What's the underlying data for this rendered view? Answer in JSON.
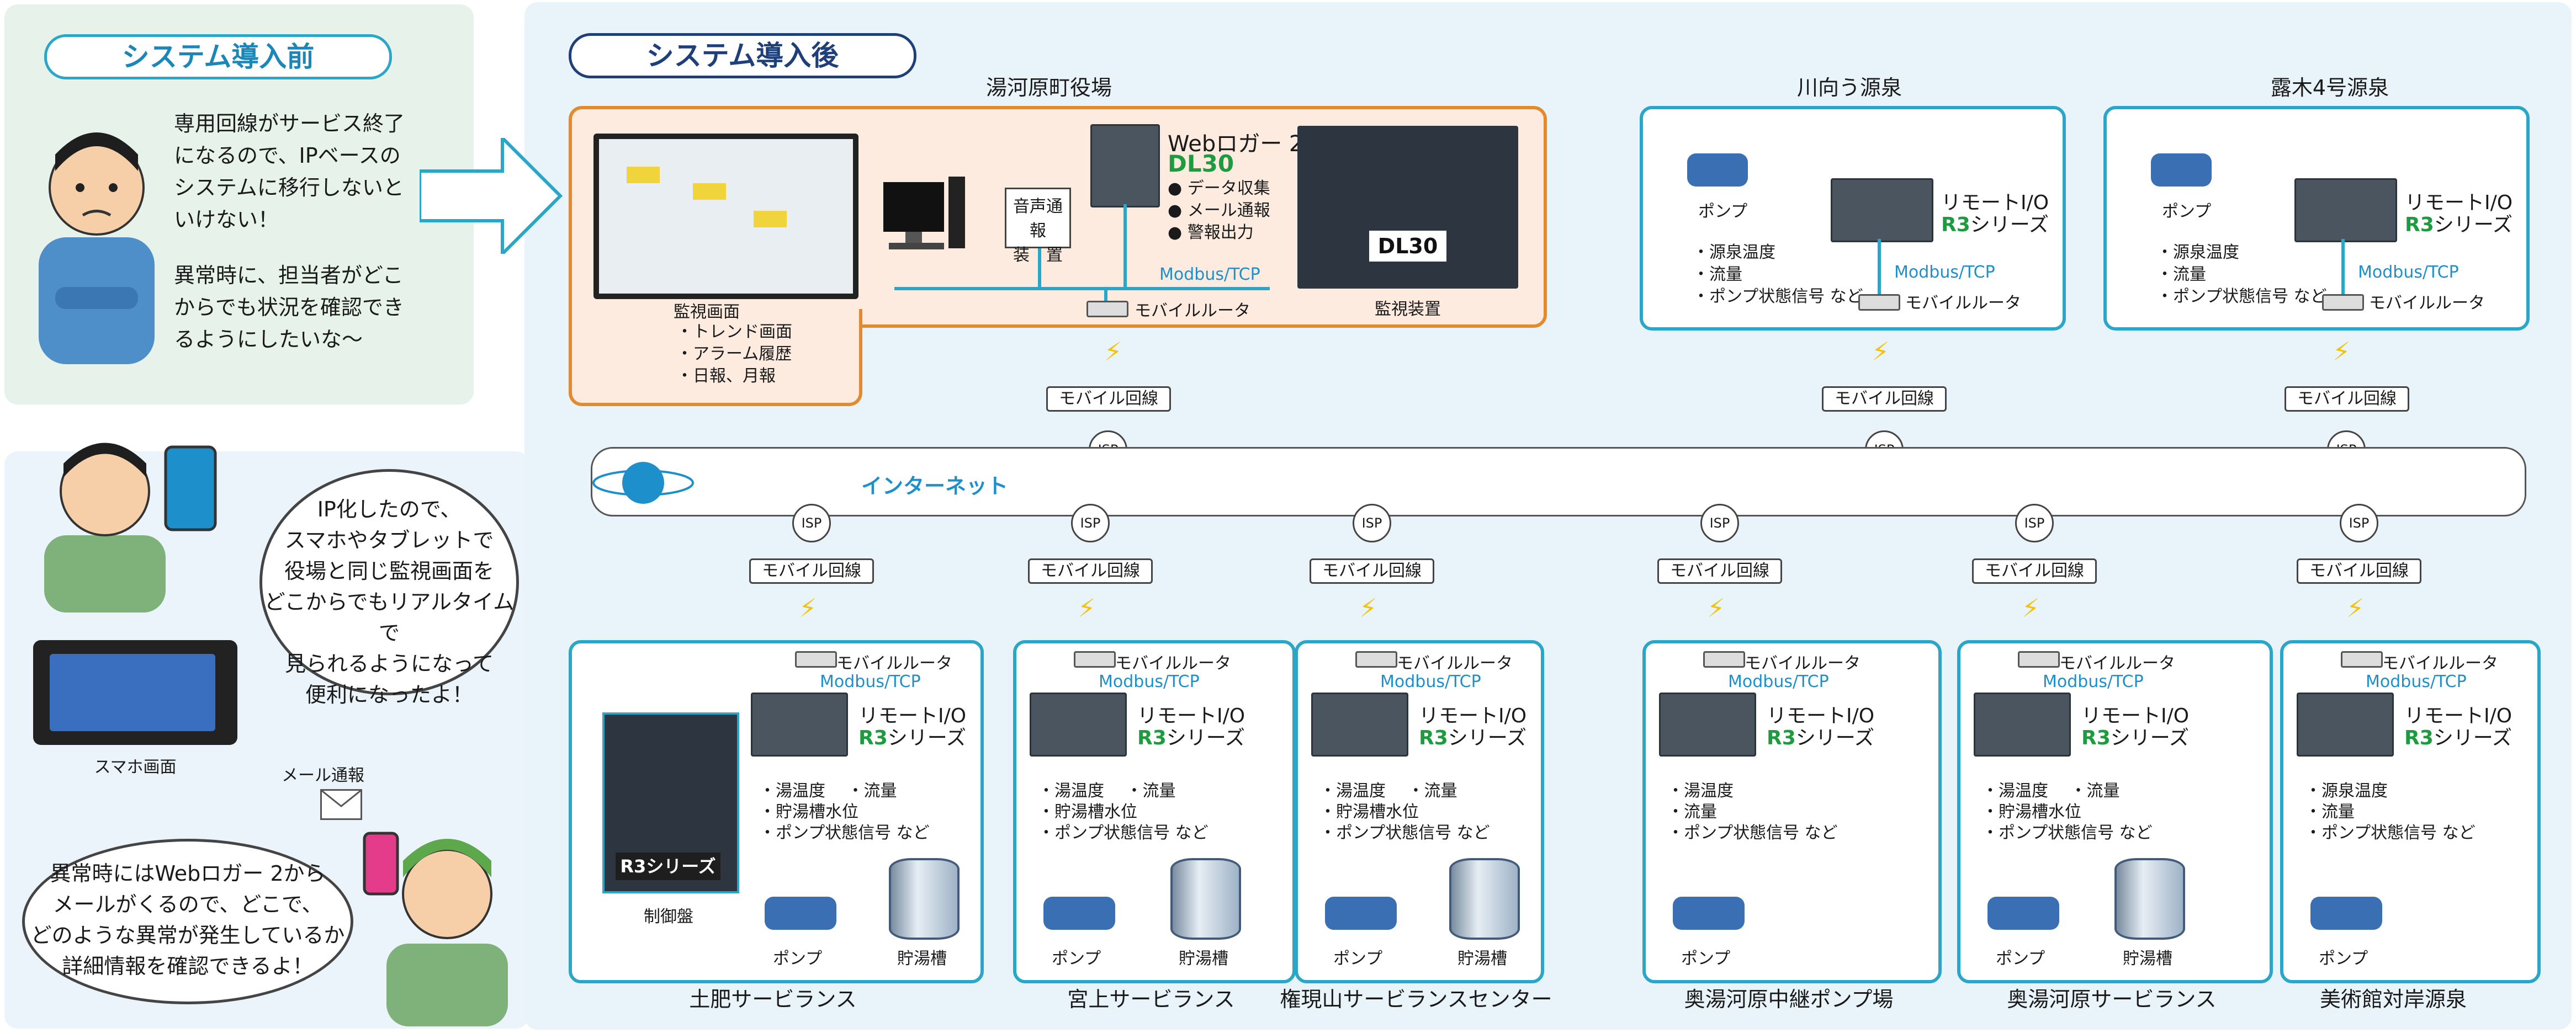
{
  "before": {
    "title": "システム導入前",
    "speech1": [
      "専用回線がサービス終了",
      "になるので、IPベースの",
      "システムに移行しないと",
      "いけない！"
    ],
    "speech2": [
      "異常時に、担当者がどこ",
      "からでも状況を確認でき",
      "るようにしたいな〜"
    ]
  },
  "left_bottom": {
    "bubble1": [
      "IP化したので、",
      "スマホやタブレットで",
      "役場と同じ監視画面を",
      "どこからでもリアルタイムで",
      "見られるようになって",
      "便利になったよ！"
    ],
    "phone_caption": "スマホ画面",
    "mail_label": "メール通報",
    "bubble2": [
      "異常時にはWebロガー 2から",
      "メールがくるので、どこで、",
      "どのような異常が発生しているか",
      "詳細情報を確認できるよ！"
    ]
  },
  "after": {
    "title": "システム導入後",
    "internet": "インターネット",
    "isp": "ISP",
    "mobile_line": "モバイル回線",
    "mobile_router": "モバイルルータ",
    "modbus": "Modbus/TCP",
    "remote_io": "リモートI/O",
    "r3_name": "R3",
    "r3_suffix": "シリーズ",
    "pump": "ポンプ",
    "tank": "貯湯槽"
  },
  "town_office": {
    "name": "湯河原町役場",
    "screen_caption": "監視画面",
    "screen_items": [
      "・トレンド画面",
      "・アラーム履歴",
      "・日報、月報"
    ],
    "voice": [
      "音声通報",
      "装　置"
    ],
    "logger_name": "Webロガー 2",
    "logger_model": "DL30",
    "logger_features": [
      "● データ収集",
      "● メール通報",
      "● 警報出力"
    ],
    "device_caption": "監視装置",
    "device_tag": "DL30"
  },
  "top_sites": [
    {
      "name": "川向う源泉",
      "signals": [
        "・源泉温度",
        "・流量",
        "・ポンプ状態信号 など"
      ]
    },
    {
      "name": "露木4号源泉",
      "signals": [
        "・源泉温度",
        "・流量",
        "・ポンプ状態信号 など"
      ]
    }
  ],
  "bottom_sites": [
    {
      "name": "土肥サービランス",
      "signals": [
        "・湯温度　 ・流量",
        "・貯湯槽水位",
        "・ポンプ状態信号 など"
      ],
      "has_tank": true,
      "panel_label": "R3シリーズ",
      "panel_caption": "制御盤"
    },
    {
      "name": "宮上サービランス",
      "signals": [
        "・湯温度　 ・流量",
        "・貯湯槽水位",
        "・ポンプ状態信号 など"
      ],
      "has_tank": true
    },
    {
      "name": "権現山サービランスセンター",
      "signals": [
        "・湯温度　 ・流量",
        "・貯湯槽水位",
        "・ポンプ状態信号 など"
      ],
      "has_tank": true
    },
    {
      "name": "奥湯河原中継ポンプ場",
      "signals": [
        "・湯温度",
        "・流量",
        "・ポンプ状態信号 など"
      ],
      "has_tank": false
    },
    {
      "name": "奥湯河原サービランス",
      "signals": [
        "・湯温度　 ・流量",
        "・貯湯槽水位",
        "・ポンプ状態信号 など"
      ],
      "has_tank": true
    },
    {
      "name": "美術館対岸源泉",
      "signals": [
        "・源泉温度",
        "・流量",
        "・ポンプ状態信号 など"
      ],
      "has_tank": false
    }
  ]
}
